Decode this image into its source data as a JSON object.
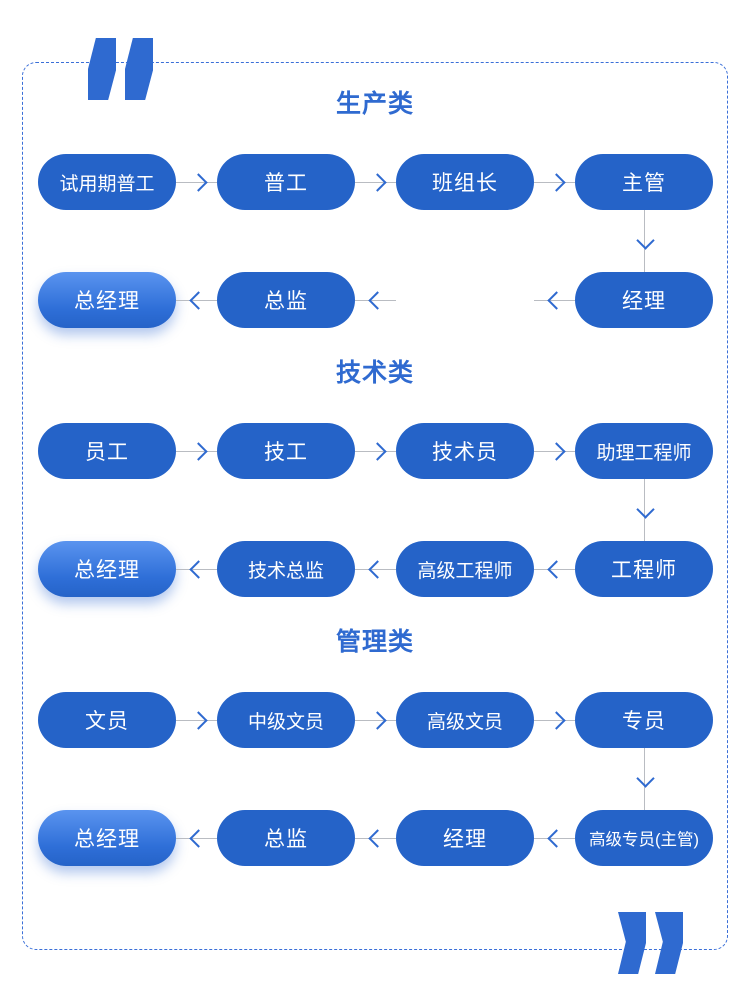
{
  "decor": {
    "quote_open": "open-quote-mark",
    "quote_close": "close-quote-mark"
  },
  "colors": {
    "pill": "#2563c8",
    "pill_highlight_top": "#5a94ef",
    "pill_highlight_bottom": "#2563c8",
    "title": "#2f6ad0",
    "connector_line": "#b9bcc2",
    "chevron": "#2f6ad0",
    "frame_border": "#3a6fd8",
    "background": "#ffffff"
  },
  "sections": [
    {
      "title": "生产类",
      "rows": [
        {
          "direction": "right",
          "steps": [
            {
              "label": "试用期普工",
              "size": "sm",
              "highlight": false
            },
            {
              "label": "普工",
              "size": "md",
              "highlight": false
            },
            {
              "label": "班组长",
              "size": "md",
              "highlight": false
            },
            {
              "label": "主管",
              "size": "md",
              "highlight": false
            }
          ]
        },
        {
          "direction": "left",
          "steps": [
            {
              "label": "总经理",
              "size": "md",
              "highlight": true
            },
            {
              "label": "总监",
              "size": "md",
              "highlight": false
            },
            {
              "label": "",
              "size": "md",
              "highlight": false,
              "empty": true
            },
            {
              "label": "经理",
              "size": "md",
              "highlight": false
            }
          ]
        }
      ]
    },
    {
      "title": "技术类",
      "rows": [
        {
          "direction": "right",
          "steps": [
            {
              "label": "员工",
              "size": "md",
              "highlight": false
            },
            {
              "label": "技工",
              "size": "md",
              "highlight": false
            },
            {
              "label": "技术员",
              "size": "md",
              "highlight": false
            },
            {
              "label": "助理工程师",
              "size": "sm",
              "highlight": false
            }
          ]
        },
        {
          "direction": "left",
          "steps": [
            {
              "label": "总经理",
              "size": "md",
              "highlight": true
            },
            {
              "label": "技术总监",
              "size": "sm",
              "highlight": false
            },
            {
              "label": "高级工程师",
              "size": "sm",
              "highlight": false
            },
            {
              "label": "工程师",
              "size": "md",
              "highlight": false
            }
          ]
        }
      ]
    },
    {
      "title": "管理类",
      "rows": [
        {
          "direction": "right",
          "steps": [
            {
              "label": "文员",
              "size": "md",
              "highlight": false
            },
            {
              "label": "中级文员",
              "size": "sm",
              "highlight": false
            },
            {
              "label": "高级文员",
              "size": "sm",
              "highlight": false
            },
            {
              "label": "专员",
              "size": "md",
              "highlight": false
            }
          ]
        },
        {
          "direction": "left",
          "steps": [
            {
              "label": "总经理",
              "size": "md",
              "highlight": true
            },
            {
              "label": "总监",
              "size": "md",
              "highlight": false
            },
            {
              "label": "经理",
              "size": "md",
              "highlight": false
            },
            {
              "label": "高级专员(主管)",
              "size": "xs",
              "highlight": false
            }
          ]
        }
      ]
    }
  ]
}
